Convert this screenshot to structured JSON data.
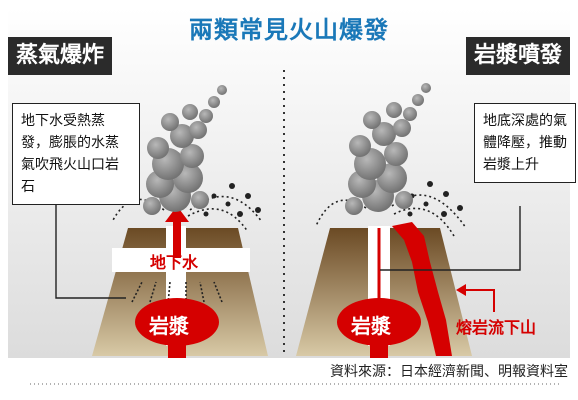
{
  "title": "兩類常見火山爆發",
  "left": {
    "tag": "蒸氣爆炸",
    "note": "地下水受熱蒸發，膨脹的水蒸氣吹飛火山口岩石",
    "groundwater_label": "地下水",
    "magma_label": "岩漿"
  },
  "right": {
    "tag": "岩漿噴發",
    "note": "地底深處的氣體降壓，推動岩漿上升",
    "magma_label": "岩漿",
    "lava_label": "熔岩流下山"
  },
  "source": "資料來源：日本經濟新聞、明報資料室",
  "colors": {
    "title": "#1a78b8",
    "magma": "#d50000",
    "tag_bg": "#2b2b2b",
    "smoke": "#8a8a8a"
  }
}
